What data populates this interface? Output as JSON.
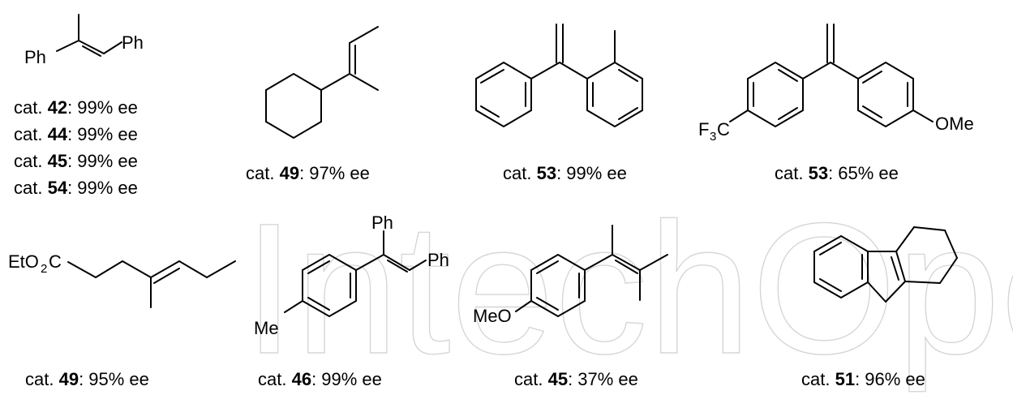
{
  "watermark": "IntechOpen",
  "atoms": {
    "ph": "Ph",
    "f3c_main": "F",
    "f3c_sub": "3",
    "f3c_c": "C",
    "ome": "OMe",
    "eto2c_a": "EtO",
    "eto2c_sub": "2",
    "eto2c_c": "C",
    "me": "Me",
    "meo": "MeO"
  },
  "compounds": [
    {
      "id": "c1",
      "results": [
        {
          "prefix": "cat. ",
          "catalyst": "42",
          "value": ": 99% ee"
        },
        {
          "prefix": "cat. ",
          "catalyst": "44",
          "value": ": 99% ee"
        },
        {
          "prefix": "cat. ",
          "catalyst": "45",
          "value": ": 99% ee"
        },
        {
          "prefix": "cat. ",
          "catalyst": "54",
          "value": ": 99% ee"
        }
      ]
    },
    {
      "id": "c2",
      "results": [
        {
          "prefix": "cat. ",
          "catalyst": "49",
          "value": ": 97% ee"
        }
      ]
    },
    {
      "id": "c3",
      "results": [
        {
          "prefix": "cat. ",
          "catalyst": "53",
          "value": ": 99% ee"
        }
      ]
    },
    {
      "id": "c4",
      "results": [
        {
          "prefix": "cat. ",
          "catalyst": "53",
          "value": ": 65% ee"
        }
      ]
    },
    {
      "id": "c5",
      "results": [
        {
          "prefix": "cat. ",
          "catalyst": "49",
          "value": ": 95% ee"
        }
      ]
    },
    {
      "id": "c6",
      "results": [
        {
          "prefix": "cat. ",
          "catalyst": "46",
          "value": ": 99% ee"
        }
      ]
    },
    {
      "id": "c7",
      "results": [
        {
          "prefix": "cat. ",
          "catalyst": "45",
          "value": ": 37% ee"
        }
      ]
    },
    {
      "id": "c8",
      "results": [
        {
          "prefix": "cat. ",
          "catalyst": "51",
          "value": ": 96% ee"
        }
      ]
    }
  ]
}
